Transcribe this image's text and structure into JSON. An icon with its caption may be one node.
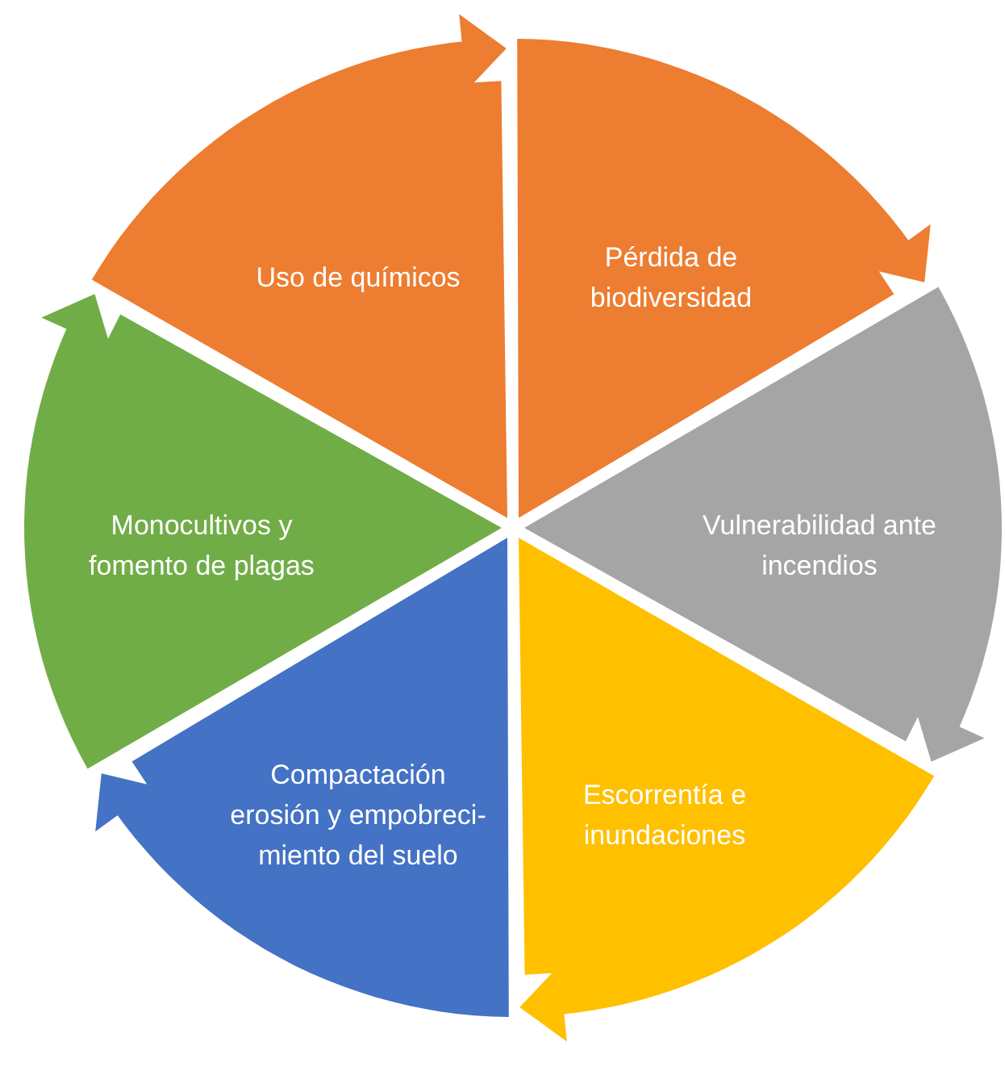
{
  "diagram": {
    "nodes": [
      {
        "text": [
          "Uso de químicos"
        ]
      },
      {
        "text": [
          "Pérdida de biodiversidad"
        ]
      },
      {
        "text": [
          "Vulnerabilidad ante incendios"
        ]
      },
      {
        "text": [
          "Monocultivos y fomento de plagas"
        ]
      },
      {
        "text": [
          "Compactación erosión y empobreci- miento del suelo"
        ]
      },
      {
        "text": [
          "Escorrentía e inundaciones"
        ]
      }
    ]
  }
}
